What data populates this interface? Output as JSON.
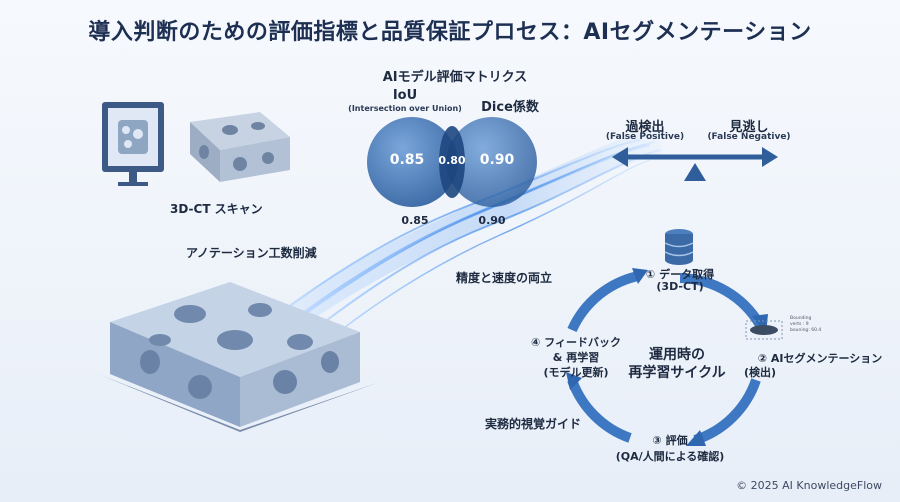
{
  "title": "導入判断のための評価指標と品質保証プロセス：AIセグメンテーション",
  "ct_scan_label": "3D-CT スキャン",
  "annotation_label": "アノテーション工数削減",
  "metrics": {
    "heading": "AIモデル評価マトリクス",
    "iou_label": "IoU",
    "iou_sub": "(Intersection over Union)",
    "dice_label": "Dice係数",
    "iou_value": "0.85",
    "overlap_value": "0.80",
    "dice_value": "0.90",
    "iou_below": "0.85",
    "dice_below": "0.90"
  },
  "balance": {
    "fp_label": "過検出",
    "fp_sub": "(False Positive)",
    "fn_label": "見逃し",
    "fn_sub": "(False Negative)"
  },
  "flow_label": "精度と速度の両立",
  "practical_label": "実務的視覚ガイド",
  "cycle": {
    "center_line1": "運用時の",
    "center_line2": "再学習サイクル",
    "step1_line1": "① データ取得",
    "step1_line2": "(3D-CT)",
    "step2_line1": "② AIセグメンテーション",
    "step2_line2": "(検出)",
    "step3_line1": "③ 評価",
    "step3_line2": "(QA/人間による確認)",
    "step4_line1": "④ フィードバック",
    "step4_line2": "& 再学習",
    "step4_line3": "(モデル更新)",
    "bbox_caption": "Bounding\nverts : 9\nbouning: 60.4"
  },
  "copyright": "© 2025 AI KnowledgeFlow",
  "colors": {
    "accent": "#2f6fb5",
    "dark": "#1d2f52",
    "circle": "#4a7fc1"
  }
}
